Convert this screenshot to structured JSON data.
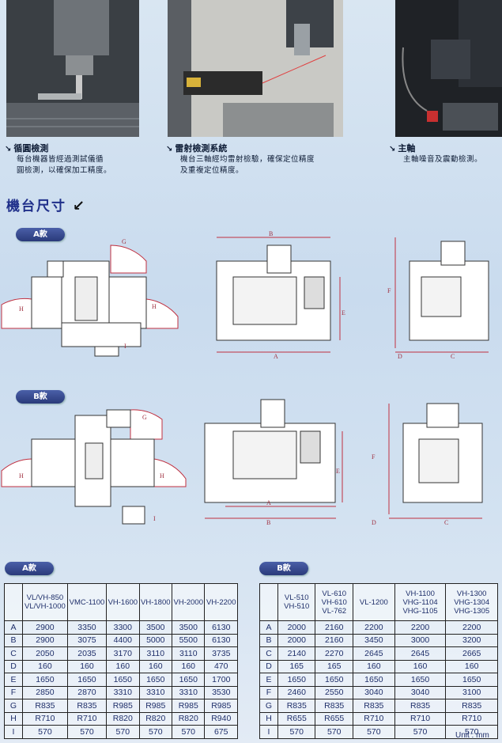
{
  "captions": [
    {
      "title": "循圓檢測",
      "lines": [
        "每台機器皆經過測試儀循",
        "圓檢測，以確保加工精度。"
      ]
    },
    {
      "title": "雷射檢測系統",
      "lines": [
        "機台三軸經均雷射檢驗，確保定位精度",
        "及重複定位精度。"
      ]
    },
    {
      "title": "主軸",
      "lines": [
        "主軸噪音及震動檢測。"
      ]
    }
  ],
  "section_title": "機台尺寸",
  "models": {
    "a": "A款",
    "b": "B款"
  },
  "dim_letters": [
    "A",
    "B",
    "C",
    "D",
    "E",
    "F",
    "G",
    "H",
    "I"
  ],
  "table_a": {
    "pill": "A款",
    "headers": [
      "VL/VH-850\nVL/VH-1000",
      "VMC-1100",
      "VH-1600",
      "VH-1800",
      "VH-2000",
      "VH-2200"
    ],
    "rows": [
      {
        "label": "A",
        "values": [
          "2900",
          "3350",
          "3300",
          "3500",
          "3500",
          "6130"
        ]
      },
      {
        "label": "B",
        "values": [
          "2900",
          "3075",
          "4400",
          "5000",
          "5500",
          "6130"
        ]
      },
      {
        "label": "C",
        "values": [
          "2050",
          "2035",
          "3170",
          "3110",
          "3110",
          "3735"
        ]
      },
      {
        "label": "D",
        "values": [
          "160",
          "160",
          "160",
          "160",
          "160",
          "470"
        ]
      },
      {
        "label": "E",
        "values": [
          "1650",
          "1650",
          "1650",
          "1650",
          "1650",
          "1700"
        ]
      },
      {
        "label": "F",
        "values": [
          "2850",
          "2870",
          "3310",
          "3310",
          "3310",
          "3530"
        ]
      },
      {
        "label": "G",
        "values": [
          "R835",
          "R835",
          "R985",
          "R985",
          "R985",
          "R985"
        ]
      },
      {
        "label": "H",
        "values": [
          "R710",
          "R710",
          "R820",
          "R820",
          "R820",
          "R940"
        ]
      },
      {
        "label": "I",
        "values": [
          "570",
          "570",
          "570",
          "570",
          "570",
          "675"
        ]
      }
    ]
  },
  "table_b": {
    "pill": "B款",
    "headers": [
      "VL-510\nVH-510",
      "VL-610\nVH-610\nVL-762",
      "VL-1200",
      "VH-1100\nVHG-1104\nVHG-1105",
      "VH-1300\nVHG-1304\nVHG-1305"
    ],
    "rows": [
      {
        "label": "A",
        "values": [
          "2000",
          "2160",
          "2200",
          "2200",
          "2200"
        ]
      },
      {
        "label": "B",
        "values": [
          "2000",
          "2160",
          "3450",
          "3000",
          "3200"
        ]
      },
      {
        "label": "C",
        "values": [
          "2140",
          "2270",
          "2645",
          "2645",
          "2665"
        ]
      },
      {
        "label": "D",
        "values": [
          "165",
          "165",
          "160",
          "160",
          "160"
        ]
      },
      {
        "label": "E",
        "values": [
          "1650",
          "1650",
          "1650",
          "1650",
          "1650"
        ]
      },
      {
        "label": "F",
        "values": [
          "2460",
          "2550",
          "3040",
          "3040",
          "3100"
        ]
      },
      {
        "label": "G",
        "values": [
          "R835",
          "R835",
          "R835",
          "R835",
          "R835"
        ]
      },
      {
        "label": "H",
        "values": [
          "R655",
          "R655",
          "R710",
          "R710",
          "R710"
        ]
      },
      {
        "label": "I",
        "values": [
          "570",
          "570",
          "570",
          "570",
          "570"
        ]
      }
    ]
  },
  "unit": "Unit : mm",
  "icons": {
    "caption_arrow": "arrow-down-right-icon",
    "title_arrow": "arrow-down-left-icon"
  }
}
